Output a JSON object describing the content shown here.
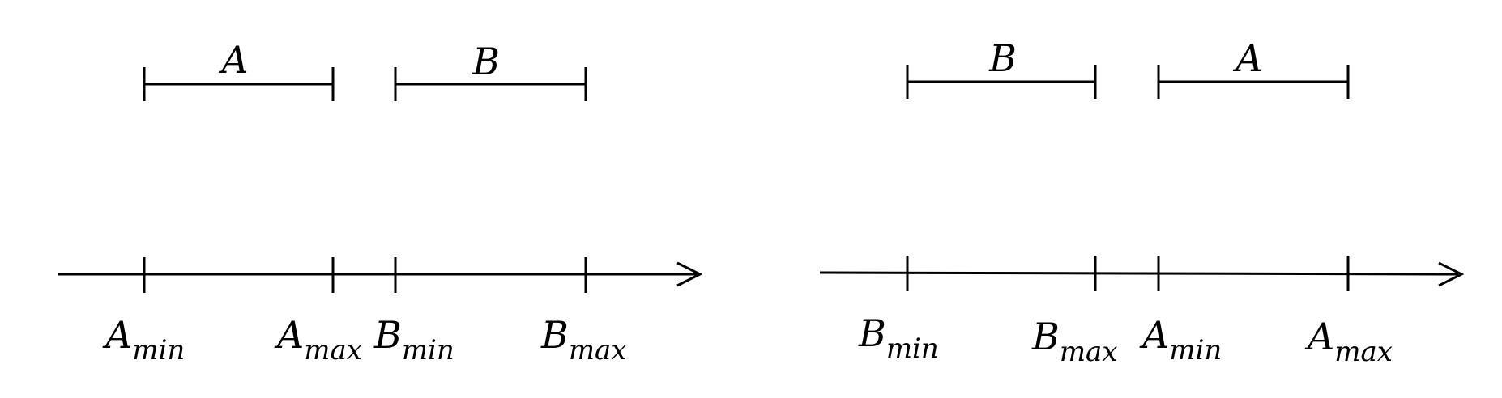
{
  "panels": [
    {
      "id": "left",
      "intervals": [
        {
          "label": "A"
        },
        {
          "label": "B"
        }
      ],
      "ticks": [
        {
          "base": "A",
          "sub": "min"
        },
        {
          "base": "A",
          "sub": "max"
        },
        {
          "base": "B",
          "sub": "min"
        },
        {
          "base": "B",
          "sub": "max"
        }
      ]
    },
    {
      "id": "right",
      "intervals": [
        {
          "label": "B"
        },
        {
          "label": "A"
        }
      ],
      "ticks": [
        {
          "base": "B",
          "sub": "min"
        },
        {
          "base": "B",
          "sub": "max"
        },
        {
          "base": "A",
          "sub": "min"
        },
        {
          "base": "A",
          "sub": "max"
        }
      ]
    }
  ]
}
